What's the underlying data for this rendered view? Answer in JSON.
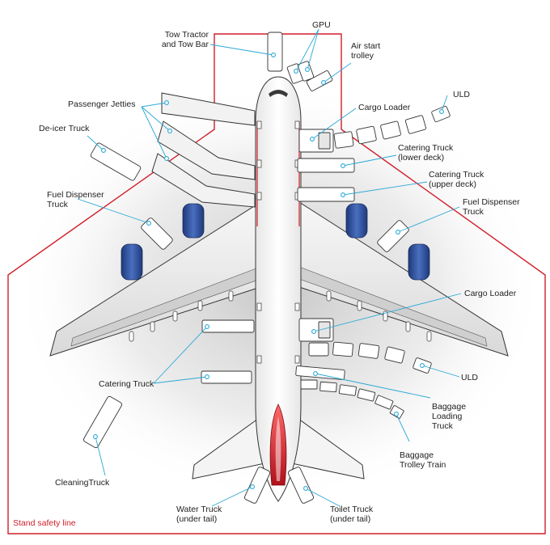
{
  "labels": {
    "tow_tractor": [
      "Tow Tractor",
      "and Tow Bar"
    ],
    "gpu": "GPU",
    "air_start": [
      "Air start",
      "trolley"
    ],
    "uld_top": "ULD",
    "passenger_jetties": "Passenger Jetties",
    "cargo_loader_top": "Cargo Loader",
    "deicer": "De-icer Truck",
    "catering_lower": [
      "Catering Truck",
      "(lower deck)"
    ],
    "catering_upper": [
      "Catering Truck",
      "(upper deck)"
    ],
    "fuel_left": [
      "Fuel Dispenser",
      "Truck"
    ],
    "fuel_right": [
      "Fuel Dispenser",
      "Truck"
    ],
    "cargo_loader_bottom": "Cargo Loader",
    "uld_bottom": "ULD",
    "catering_truck": "Catering Truck",
    "baggage_loading": [
      "Baggage",
      "Loading",
      "Truck"
    ],
    "baggage_trolley": [
      "Baggage",
      "Trolley Train"
    ],
    "cleaning": "CleaningTruck",
    "water": [
      "Water Truck",
      "(under tail)"
    ],
    "toilet": [
      "Toilet Truck",
      "(under tail)"
    ],
    "safety_line": "Stand safety line"
  },
  "colors": {
    "safety_line": "#d01f2a",
    "leader": "#2aa8d6",
    "engine": "#2f4f9c",
    "tail_accent": "#d01f2a"
  }
}
